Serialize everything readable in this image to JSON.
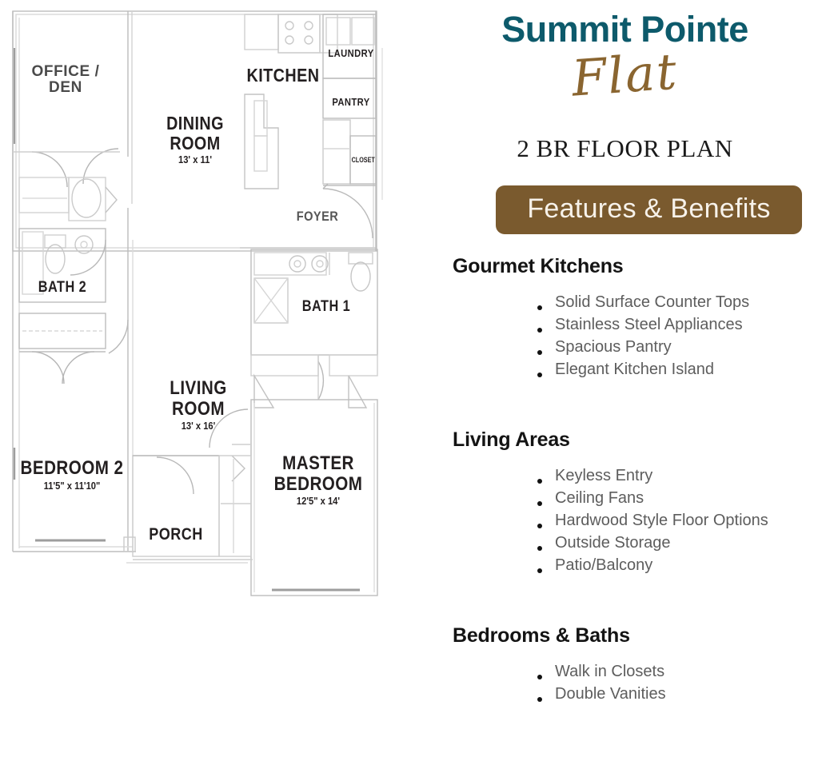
{
  "brand": {
    "name": "Summit Pointe",
    "script": "Flat",
    "plan_type": "2 BR FLOOR PLAN",
    "title_color": "#0d5a6b",
    "script_color": "#8a6530",
    "banner_color": "#7a5a2e"
  },
  "banner": {
    "label": "Features & Benefits"
  },
  "sections": [
    {
      "heading": "Gourmet Kitchens",
      "items": [
        "Solid Surface Counter Tops",
        "Stainless Steel Appliances",
        "Spacious Pantry",
        "Elegant Kitchen Island"
      ]
    },
    {
      "heading": "Living Areas",
      "items": [
        "Keyless Entry",
        "Ceiling Fans",
        "Hardwood Style Floor Options",
        "Outside Storage",
        "Patio/Balcony"
      ]
    },
    {
      "heading": "Bedrooms & Baths",
      "items": [
        "Walk in Closets",
        "Double Vanities"
      ]
    }
  ],
  "floorplan": {
    "rooms": [
      {
        "name": "OFFICE /\nDEN",
        "dim": ""
      },
      {
        "name": "DINING\nROOM",
        "dim": "13' x 11'"
      },
      {
        "name": "KITCHEN",
        "dim": ""
      },
      {
        "name": "LAUNDRY",
        "dim": ""
      },
      {
        "name": "PANTRY",
        "dim": ""
      },
      {
        "name": "CLOSET",
        "dim": ""
      },
      {
        "name": "FOYER",
        "dim": ""
      },
      {
        "name": "BATH 2",
        "dim": ""
      },
      {
        "name": "BATH 1",
        "dim": ""
      },
      {
        "name": "LIVING\nROOM",
        "dim": "13' x 16'"
      },
      {
        "name": "BEDROOM 2",
        "dim": "11'5\" x 11'10\""
      },
      {
        "name": "MASTER\nBEDROOM",
        "dim": "12'5\" x 14'"
      },
      {
        "name": "PORCH",
        "dim": ""
      }
    ]
  }
}
